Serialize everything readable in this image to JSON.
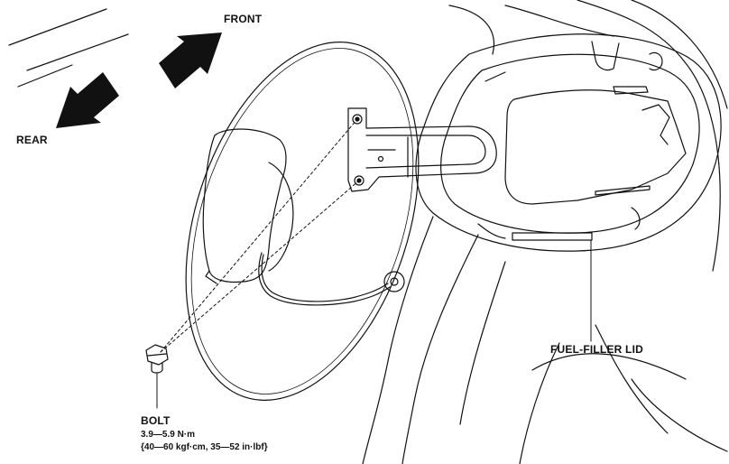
{
  "labels": {
    "front": "FRONT",
    "rear": "REAR",
    "lid": "FUEL-FILLER LID",
    "bolt": "BOLT",
    "torque_nm": "3.9—5.9 N·m",
    "torque_alt": "{40—60 kgf·cm, 35—52 in·lbf}"
  },
  "icons": {
    "front_arrow": "arrow-up-right-icon",
    "rear_arrow": "arrow-down-left-icon",
    "bolt": "bolt-icon"
  },
  "colors": {
    "line": "#111111",
    "background": "#ffffff"
  }
}
